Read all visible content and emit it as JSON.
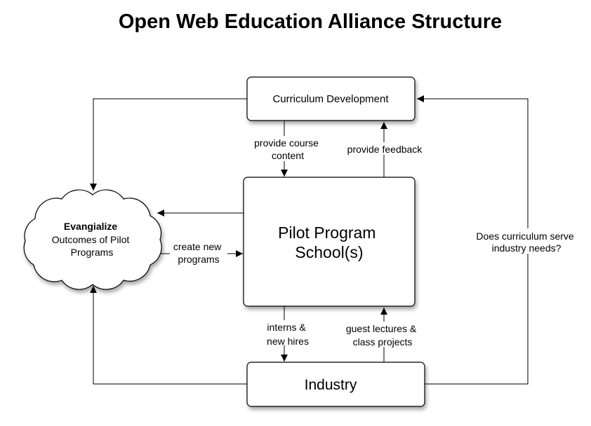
{
  "title": "Open Web Education Alliance Structure",
  "nodes": {
    "curriculum": "Curriculum Development",
    "pilot": [
      "Pilot Program",
      "School(s)"
    ],
    "industry": "Industry",
    "evangelize": {
      "heading": "Evangialize",
      "lines": [
        "Outcomes of Pilot",
        "Programs"
      ]
    }
  },
  "edges": {
    "course_content": [
      "provide course",
      "content"
    ],
    "feedback": "provide feedback",
    "create_programs": [
      "create new",
      "programs"
    ],
    "interns": [
      "interns &",
      "new hires"
    ],
    "guest": [
      "guest lectures &",
      "class projects"
    ],
    "industry_needs": [
      "Does curriculum serve",
      "industry needs?"
    ]
  }
}
